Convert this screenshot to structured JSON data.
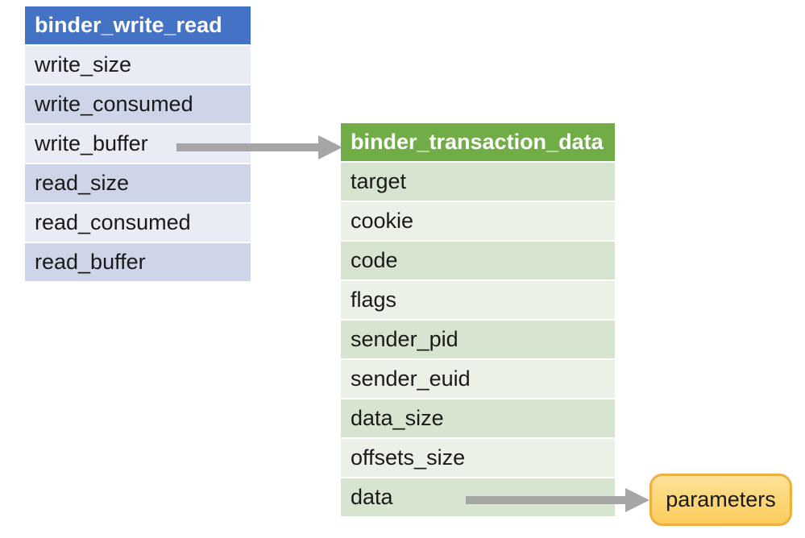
{
  "left_table": {
    "title": "binder_write_read",
    "rows": [
      "write_size",
      "write_consumed",
      "write_buffer",
      "read_size",
      "read_consumed",
      "read_buffer"
    ]
  },
  "right_table": {
    "title": "binder_transaction_data",
    "rows": [
      "target",
      "cookie",
      "code",
      "flags",
      "sender_pid",
      "sender_euid",
      "data_size",
      "offsets_size",
      "data"
    ]
  },
  "parameters_box": {
    "label": "parameters"
  },
  "arrows": [
    {
      "from": "write_buffer",
      "to": "binder_transaction_data"
    },
    {
      "from": "data",
      "to": "parameters"
    }
  ],
  "colors": {
    "left_header_bg": "#4472c4",
    "left_row_dark": "#cfd5e8",
    "left_row_light": "#e9ebf5",
    "right_header_bg": "#70ad47",
    "right_row_dark": "#d7e4cf",
    "right_row_light": "#ebf1e6",
    "arrow_gray": "#a6a6a6",
    "callout_fill": "#fcd574",
    "callout_border": "#f0af3c",
    "header_text": "#ffffff",
    "body_text": "#1a1a1a"
  }
}
